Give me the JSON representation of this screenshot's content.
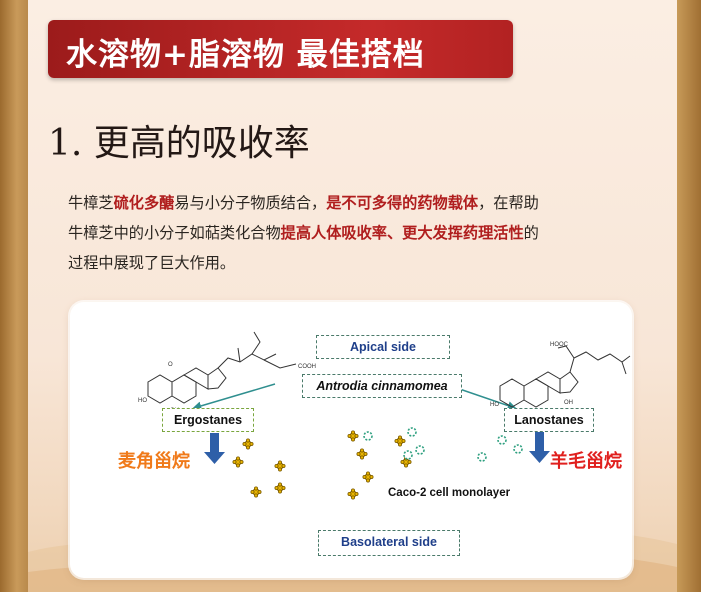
{
  "banner": {
    "title": "水溶物+脂溶物 最佳搭档"
  },
  "section": {
    "heading": "1. 更高的吸收率"
  },
  "paragraph": {
    "line1": [
      {
        "t": "牛樟芝",
        "hl": false
      },
      {
        "t": "硫化多醣",
        "hl": true
      },
      {
        "t": "易与小分子物质结合，",
        "hl": false
      },
      {
        "t": "是不可多得的药物载体",
        "hl": true
      },
      {
        "t": "，在帮助",
        "hl": false
      }
    ],
    "line2": [
      {
        "t": "牛樟芝中的小分子如萜类化合物",
        "hl": false
      },
      {
        "t": "提高人体吸收率、更大发挥药理活性",
        "hl": true
      },
      {
        "t": "的",
        "hl": false
      }
    ],
    "line3": [
      {
        "t": "过程中展现了巨大作用。",
        "hl": false
      }
    ]
  },
  "diagram": {
    "apical": "Apical side",
    "antrodia": "Antrodia cinnamomea",
    "ergostanes": "Ergostanes",
    "lanostanes": "Lanostanes",
    "basolateral": "Basolateral side",
    "caco": "Caco-2 cell monolayer",
    "label_left": "麦角甾烷",
    "label_right": "羊毛甾烷",
    "label_left_color": "#f07a1a",
    "label_right_color": "#e0201e",
    "particle_yellow": "#e8b400",
    "particle_teal": "#2fa080",
    "arrow_color": "#2e5fa8"
  }
}
